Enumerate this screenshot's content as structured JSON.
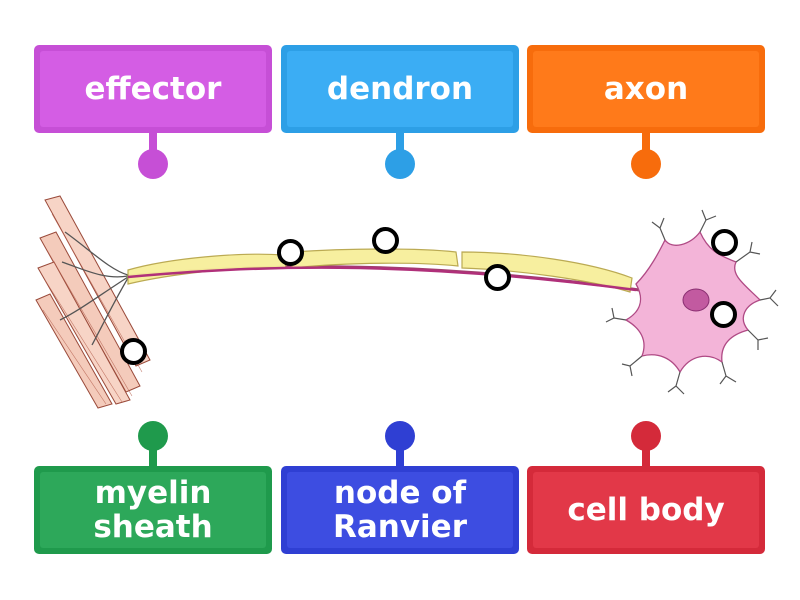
{
  "colors": {
    "purple": "#c64fd6",
    "cyan": "#2d9fe6",
    "orange": "#f76c0c",
    "green": "#1f9a4c",
    "blue": "#2f3fd3",
    "red": "#d42a3a"
  },
  "top_labels": [
    {
      "text": "effector",
      "color": "purple"
    },
    {
      "text": "dendron",
      "color": "cyan"
    },
    {
      "text": "axon",
      "color": "orange"
    }
  ],
  "bottom_labels": [
    {
      "text": "myelin\nsheath",
      "color": "green"
    },
    {
      "text": "node of\nRanvier",
      "color": "blue"
    },
    {
      "text": "cell body",
      "color": "red"
    }
  ],
  "diagram": {
    "subject": "motor neuron",
    "drop_targets": 6
  }
}
